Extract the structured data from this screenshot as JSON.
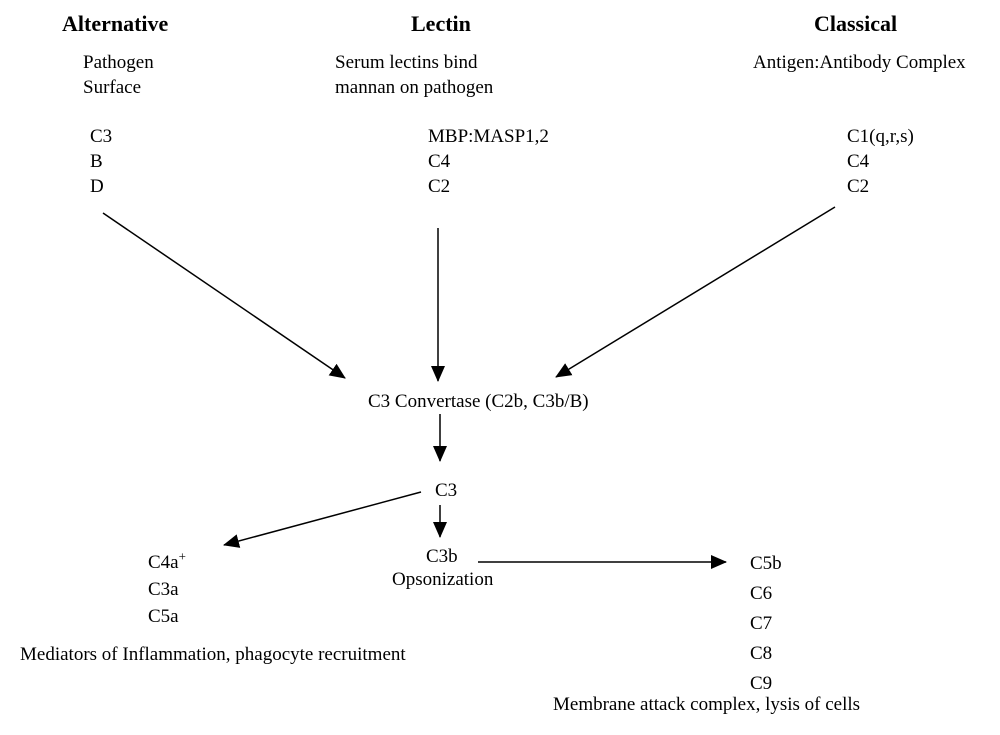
{
  "pathways": {
    "alternative": {
      "title": "Alternative",
      "trigger": [
        "Pathogen",
        "Surface"
      ],
      "components": [
        "C3",
        "B",
        "D"
      ]
    },
    "lectin": {
      "title": "Lectin",
      "trigger": [
        "Serum lectins bind",
        "mannan on pathogen"
      ],
      "components": [
        "MBP:MASP1,2",
        "C4",
        "C2"
      ]
    },
    "classical": {
      "title": "Classical",
      "trigger": [
        "Antigen:Antibody Complex"
      ],
      "components": [
        "C1(q,r,s)",
        "C4",
        "C2"
      ]
    }
  },
  "core": {
    "c3_convertase": "C3 Convertase (C2b, C3b/B)",
    "c3": "C3",
    "c3b": "C3b",
    "opsonization": "Opsonization"
  },
  "outputs": {
    "anaphylatoxins": [
      "C4a",
      "C3a",
      "C5a"
    ],
    "c4a_superscript": "+",
    "mediators_caption": "Mediators of Inflammation, phagocyte recruitment",
    "mac_components": [
      "C5b",
      "C6",
      "C7",
      "C8",
      "C9"
    ],
    "mac_caption": "Membrane attack complex, lysis of cells"
  },
  "colors": {
    "background": "#ffffff",
    "text": "#000000",
    "arrow": "#000000"
  }
}
